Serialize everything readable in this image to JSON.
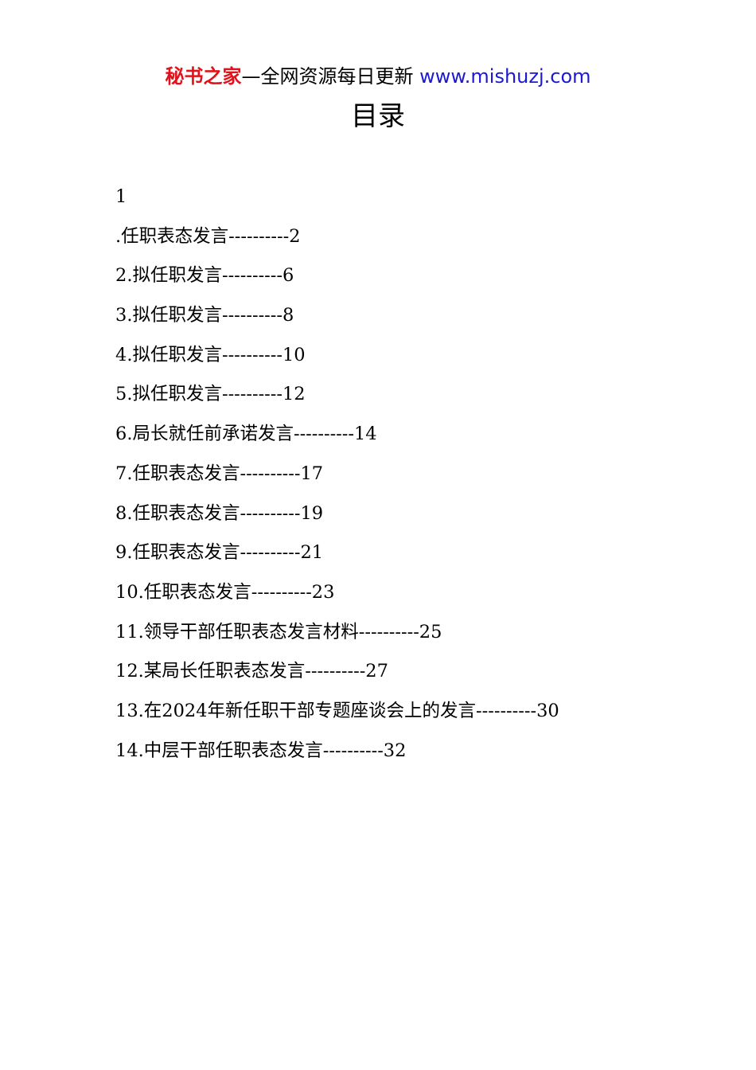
{
  "header": {
    "brand": "秘书之家",
    "tagline": "—全网资源每日更新",
    "site": "www.mishuzj.com",
    "brand_color": "#e0121b",
    "site_color": "#1a1ad6"
  },
  "title": "目录",
  "toc": [
    "1",
    ".任职表态发言----------2",
    "2.拟任职发言----------6",
    "3.拟任职发言----------8",
    "4.拟任职发言----------10",
    "5.拟任职发言----------12",
    "6.局长就任前承诺发言----------14",
    "7.任职表态发言----------17",
    "8.任职表态发言----------19",
    "9.任职表态发言----------21",
    "10.任职表态发言----------23",
    "11.领导干部任职表态发言材料----------25",
    "12.某局长任职表态发言----------27",
    "13.在2024年新任职干部专题座谈会上的发言----------30",
    "14.中层干部任职表态发言----------32"
  ]
}
